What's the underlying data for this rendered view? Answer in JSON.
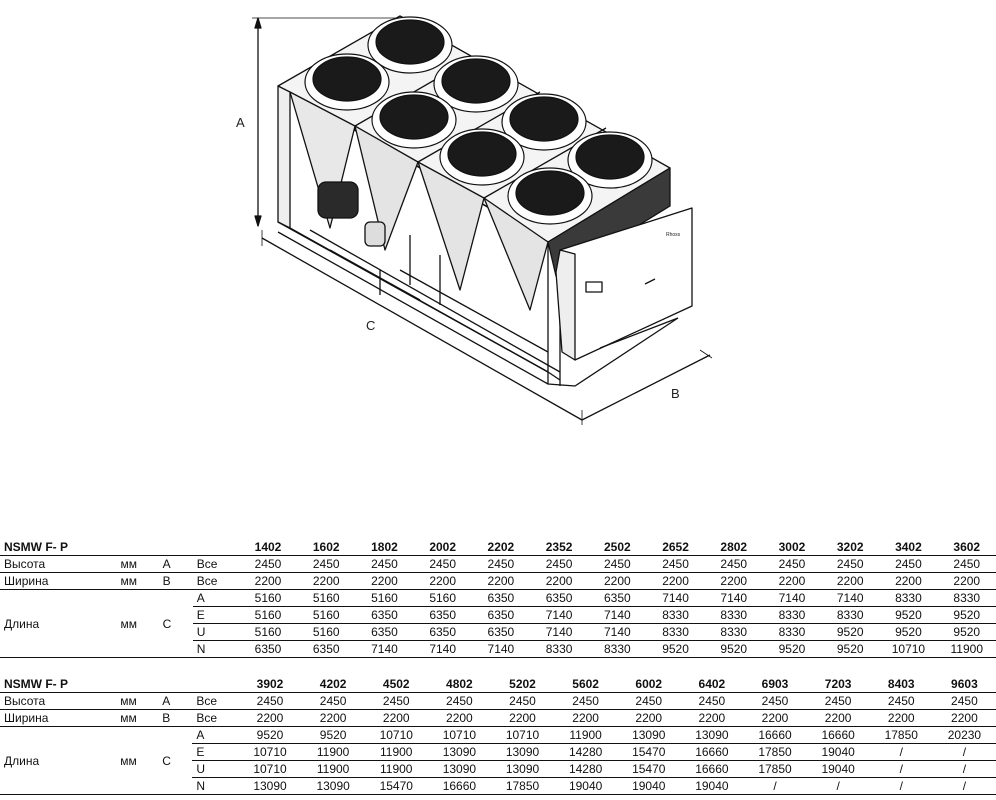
{
  "drawing": {
    "dimension_labels": {
      "height": "A",
      "length": "C",
      "width": "B"
    },
    "nameplate_text": "Rhoss"
  },
  "table1": {
    "title": "NSMW F- P",
    "models": [
      "1402",
      "1602",
      "1802",
      "2002",
      "2202",
      "2352",
      "2502",
      "2652",
      "2802",
      "3002",
      "3202",
      "3402",
      "3602"
    ],
    "rows": {
      "height": {
        "label": "Высота",
        "unit": "мм",
        "letter": "A",
        "scope": "Все",
        "values": [
          "2450",
          "2450",
          "2450",
          "2450",
          "2450",
          "2450",
          "2450",
          "2450",
          "2450",
          "2450",
          "2450",
          "2450",
          "2450"
        ]
      },
      "width": {
        "label": "Ширина",
        "unit": "мм",
        "letter": "B",
        "scope": "Все",
        "values": [
          "2200",
          "2200",
          "2200",
          "2200",
          "2200",
          "2200",
          "2200",
          "2200",
          "2200",
          "2200",
          "2200",
          "2200",
          "2200"
        ]
      },
      "length": {
        "label": "Длина",
        "unit": "мм",
        "letter": "C",
        "variants": [
          {
            "code": "A",
            "values": [
              "5160",
              "5160",
              "5160",
              "5160",
              "6350",
              "6350",
              "6350",
              "7140",
              "7140",
              "7140",
              "7140",
              "8330",
              "8330"
            ]
          },
          {
            "code": "E",
            "values": [
              "5160",
              "5160",
              "6350",
              "6350",
              "6350",
              "7140",
              "7140",
              "8330",
              "8330",
              "8330",
              "8330",
              "9520",
              "9520"
            ]
          },
          {
            "code": "U",
            "values": [
              "5160",
              "5160",
              "6350",
              "6350",
              "6350",
              "7140",
              "7140",
              "8330",
              "8330",
              "8330",
              "9520",
              "9520",
              "9520"
            ]
          },
          {
            "code": "N",
            "values": [
              "6350",
              "6350",
              "7140",
              "7140",
              "7140",
              "8330",
              "8330",
              "9520",
              "9520",
              "9520",
              "9520",
              "10710",
              "11900"
            ]
          }
        ]
      }
    }
  },
  "table2": {
    "title": "NSMW F- P",
    "models": [
      "3902",
      "4202",
      "4502",
      "4802",
      "5202",
      "5602",
      "6002",
      "6402",
      "6903",
      "7203",
      "8403",
      "9603"
    ],
    "rows": {
      "height": {
        "label": "Высота",
        "unit": "мм",
        "letter": "A",
        "scope": "Все",
        "values": [
          "2450",
          "2450",
          "2450",
          "2450",
          "2450",
          "2450",
          "2450",
          "2450",
          "2450",
          "2450",
          "2450",
          "2450"
        ]
      },
      "width": {
        "label": "Ширина",
        "unit": "мм",
        "letter": "B",
        "scope": "Все",
        "values": [
          "2200",
          "2200",
          "2200",
          "2200",
          "2200",
          "2200",
          "2200",
          "2200",
          "2200",
          "2200",
          "2200",
          "2200"
        ]
      },
      "length": {
        "label": "Длина",
        "unit": "мм",
        "letter": "C",
        "variants": [
          {
            "code": "A",
            "values": [
              "9520",
              "9520",
              "10710",
              "10710",
              "10710",
              "11900",
              "13090",
              "13090",
              "16660",
              "16660",
              "17850",
              "20230"
            ]
          },
          {
            "code": "E",
            "values": [
              "10710",
              "11900",
              "11900",
              "13090",
              "13090",
              "14280",
              "15470",
              "16660",
              "17850",
              "19040",
              "/",
              "/"
            ]
          },
          {
            "code": "U",
            "values": [
              "10710",
              "11900",
              "11900",
              "13090",
              "13090",
              "14280",
              "15470",
              "16660",
              "17850",
              "19040",
              "/",
              "/"
            ]
          },
          {
            "code": "N",
            "values": [
              "13090",
              "13090",
              "15470",
              "16660",
              "17850",
              "19040",
              "19040",
              "19040",
              "/",
              "/",
              "/",
              "/"
            ]
          }
        ]
      }
    }
  }
}
